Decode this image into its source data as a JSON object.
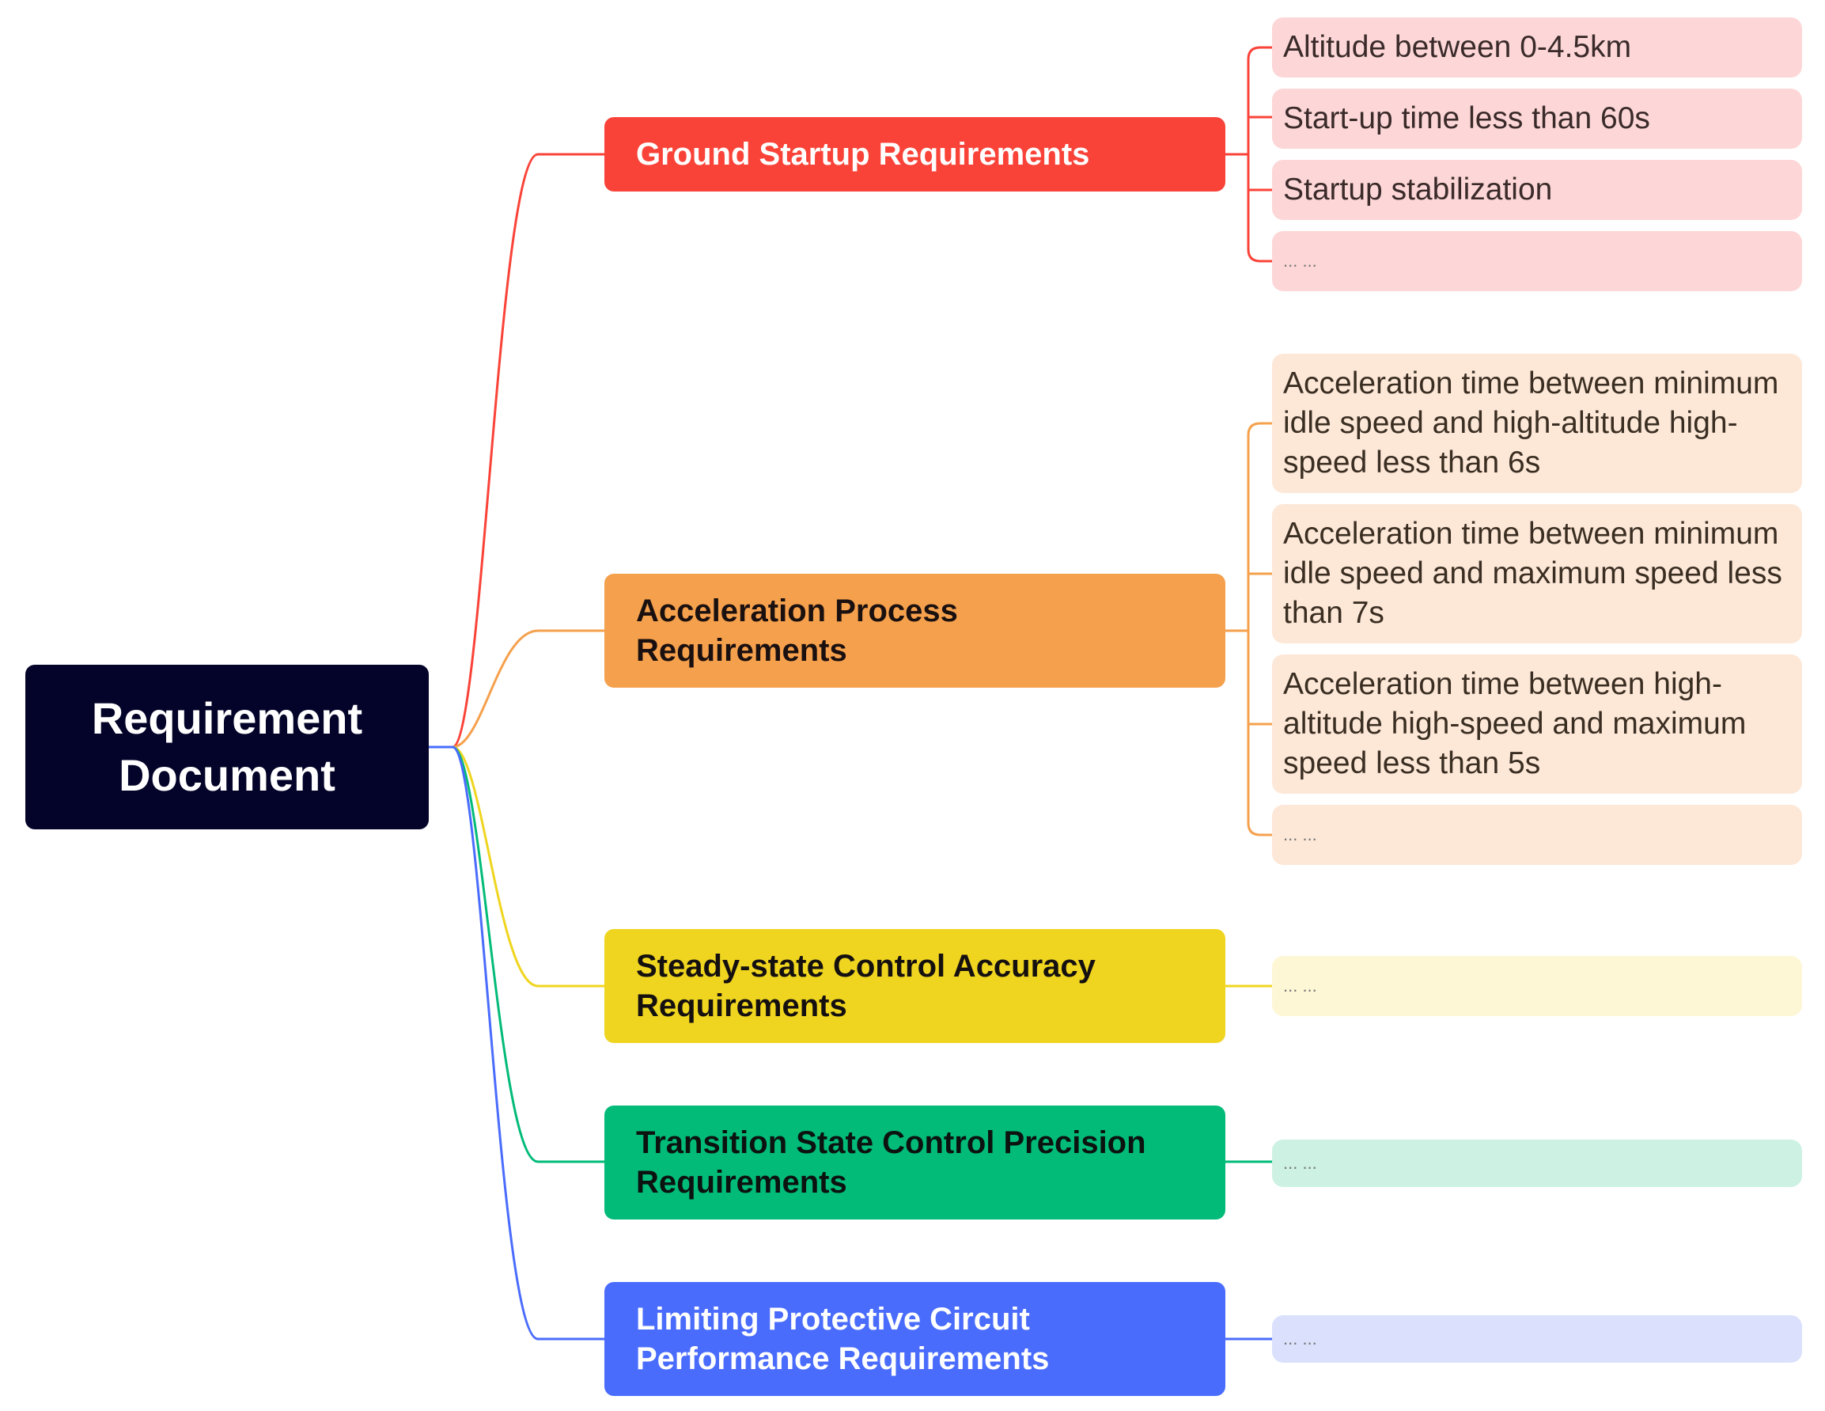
{
  "root": {
    "label": "Requirement\nDocument",
    "color": "#04042a"
  },
  "branches": [
    {
      "label": "Ground Startup Requirements",
      "color": "#fa4338",
      "leaves": [
        "Altitude between 0-4.5km",
        "Start-up time less than 60s",
        "Startup stabilization",
        "... ..."
      ]
    },
    {
      "label": "Acceleration Process Requirements",
      "color": "#f5a04c",
      "leaves": [
        "Acceleration time between minimum idle speed and high-altitude high-speed less than 6s",
        "Acceleration time between minimum idle speed and maximum speed less than 7s",
        "Acceleration time between high-altitude high-speed and maximum speed less than 5s",
        "... ..."
      ]
    },
    {
      "label": "Steady-state Control Accuracy Requirements",
      "color": "#efd51f",
      "leaves": [
        "... ..."
      ]
    },
    {
      "label": "Transition State Control Precision Requirements",
      "color": "#02bb78",
      "leaves": [
        "... ..."
      ]
    },
    {
      "label": "Limiting Protective Circuit Performance Requirements",
      "color": "#4a6cfd",
      "leaves": [
        "... ..."
      ]
    }
  ]
}
